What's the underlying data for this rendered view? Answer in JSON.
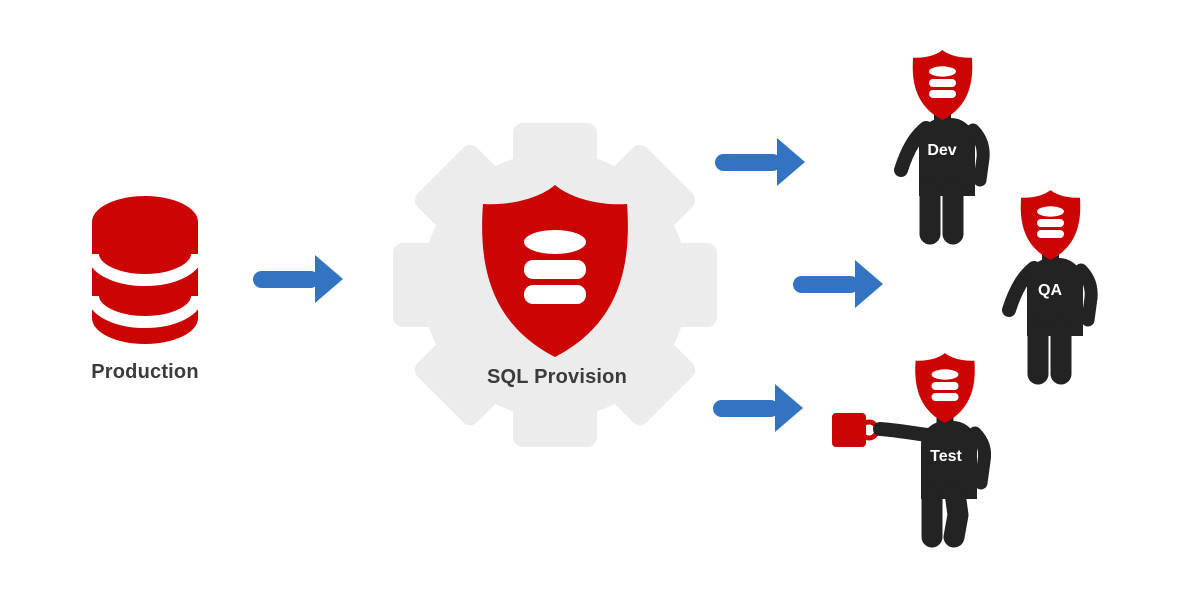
{
  "colors": {
    "red": "#CC0404",
    "blue": "#3374C2",
    "dark": "#232323",
    "gear": "#ECECEC",
    "label": "#3B3B3B",
    "white": "#FFFFFF",
    "background": "#FFFFFF"
  },
  "diagram": {
    "source": {
      "label": "Production",
      "icon": "database-icon"
    },
    "process": {
      "label": "SQL Provision",
      "icon": "gear-shield-database-icon"
    },
    "targets": [
      {
        "label": "Dev",
        "icon": "person-with-shield-database-head-icon"
      },
      {
        "label": "QA",
        "icon": "person-with-shield-database-head-icon"
      },
      {
        "label": "Test",
        "icon": "person-with-shield-database-head-icon",
        "accessory": "coffee-mug-icon"
      }
    ],
    "flows": [
      {
        "from": "Production",
        "to": "SQL Provision"
      },
      {
        "from": "SQL Provision",
        "to": "Dev"
      },
      {
        "from": "SQL Provision",
        "to": "QA"
      },
      {
        "from": "SQL Provision",
        "to": "Test"
      }
    ]
  }
}
